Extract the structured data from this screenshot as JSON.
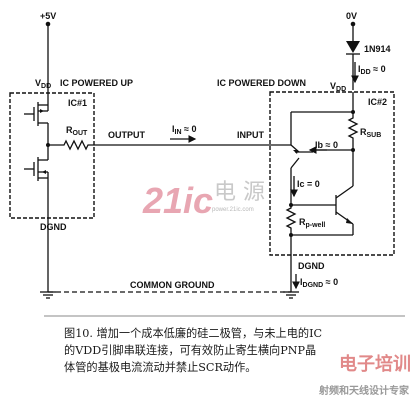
{
  "supplies": {
    "left": "+5V",
    "right": "0V"
  },
  "diode": {
    "label": "1N914"
  },
  "ic1": {
    "vdd_main": "V",
    "vdd_sub": "DD",
    "status": "IC POWERED UP",
    "name": "IC#1",
    "rout_main": "R",
    "rout_sub": "OUT",
    "ground": "DGND"
  },
  "ic2": {
    "vdd_main": "V",
    "vdd_sub": "DD",
    "status": "IC POWERED DOWN",
    "name": "IC#2",
    "rsub_main": "R",
    "rsub_sub": "SUB",
    "rpwell_main": "R",
    "rpwell_sub": "p-well",
    "ground": "DGND"
  },
  "signals": {
    "output": "OUTPUT",
    "input": "INPUT",
    "iin_main": "I",
    "iin_sub": "IN",
    "iin_value": " ≈ 0",
    "ib_main": "Ib",
    "ib_value": " ≈ 0",
    "ic_main": "Ic",
    "ic_value": " = 0",
    "idd_main": "I",
    "idd_sub": "DD",
    "idd_value": " ≈ 0",
    "idgnd_main": "I",
    "idgnd_sub": "DGND",
    "idgnd_value": " ≈ 0"
  },
  "common_ground": "COMMON GROUND",
  "watermark": {
    "brand": "21ic",
    "cn": "电 源",
    "url": "power.21ic.com",
    "footer": "射频和天线设计专家",
    "corner": "电子培训"
  },
  "caption": {
    "line1": "图10. 增加一个成本低廉的硅二极管，与未上电的IC",
    "line2": "的VDD引脚串联连接，可有效防止寄生横向PNP晶",
    "line3": "体管的基极电流流动并禁止SCR动作。"
  }
}
